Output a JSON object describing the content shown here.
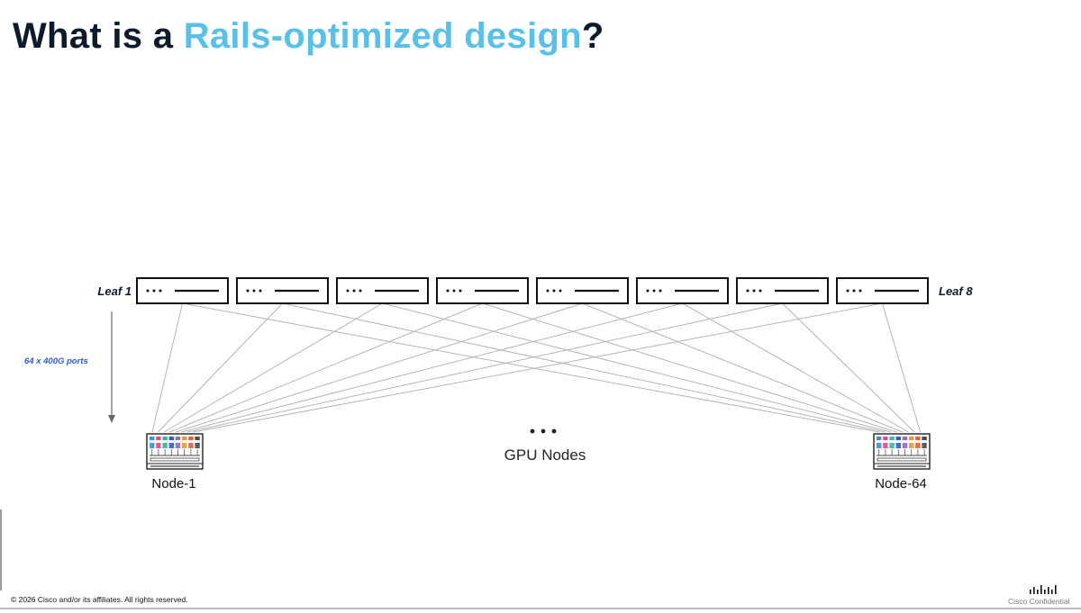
{
  "title": {
    "prefix": "What is a ",
    "highlight": "Rails-optimized design",
    "suffix": "?"
  },
  "diagram": {
    "leaf_first_label": "Leaf 1",
    "leaf_last_label": "Leaf 8",
    "leaf_count": 8,
    "ports_label": "64 x 400G ports",
    "node_first_label": "Node-1",
    "node_last_label": "Node-64",
    "gpu_nodes_label": "GPU Nodes"
  },
  "colors": {
    "title_dark": "#0d1a2b",
    "title_accent": "#59c1e8",
    "ports_text": "#2f5ccf",
    "link_line": "#b5b5b5",
    "nic_colors": [
      "#3b8fd6",
      "#d94f8a",
      "#3db0a8",
      "#2f5ccf",
      "#8e6bc4",
      "#e39a3a",
      "#e0612f",
      "#4a4a4a"
    ]
  },
  "footer": {
    "copyright": "© 2026 Cisco and/or its affiliates. All rights reserved.",
    "brand": "CISCO",
    "confidential": "Cisco Confidential"
  },
  "icons": {
    "leaf_switch": "switch-icon",
    "gpu_server": "gpu-server-icon",
    "brand_logo": "cisco-bridge-logo"
  }
}
